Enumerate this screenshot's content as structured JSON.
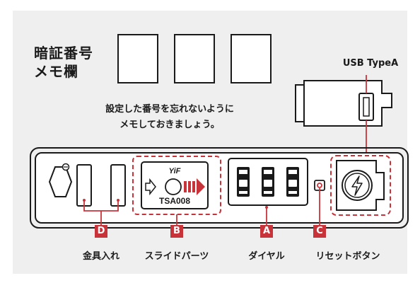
{
  "memo": {
    "title_line1": "暗証番号",
    "title_line2": "メモ欄",
    "note_line1": "設定した番号を忘れないように",
    "note_line2": "メモしておきましょう。"
  },
  "usb": {
    "label": "USB TypeA"
  },
  "device": {
    "brand_logo": "YiF",
    "lock_text": "TSA008"
  },
  "parts": [
    {
      "letter": "D",
      "label": "金具入れ"
    },
    {
      "letter": "B",
      "label": "スライドパーツ"
    },
    {
      "letter": "A",
      "label": "ダイヤル"
    },
    {
      "letter": "C",
      "label": "リセットボタン"
    }
  ],
  "colors": {
    "accent": "#c8333a",
    "ink": "#1a1a1a",
    "panel_bg": "#efefef"
  }
}
